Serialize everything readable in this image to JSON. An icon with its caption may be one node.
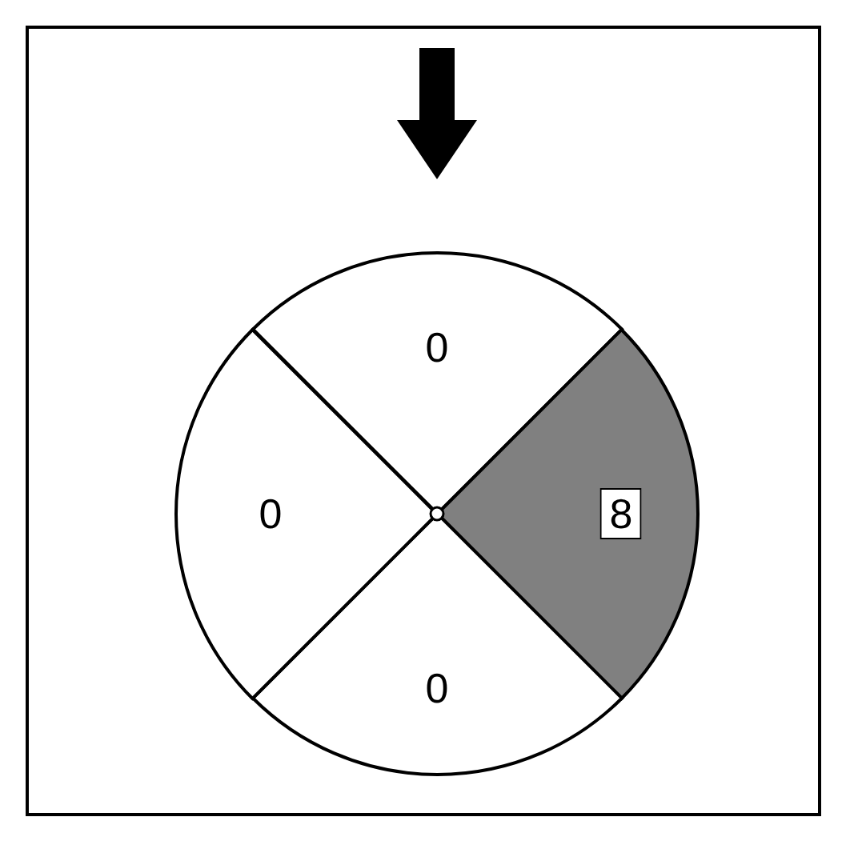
{
  "diagram": {
    "nodes": [
      {
        "text": [
          "0"
        ]
      },
      {
        "text": [
          "8"
        ]
      },
      {
        "text": [
          "0"
        ]
      },
      {
        "text": [
          "0"
        ]
      }
    ]
  }
}
